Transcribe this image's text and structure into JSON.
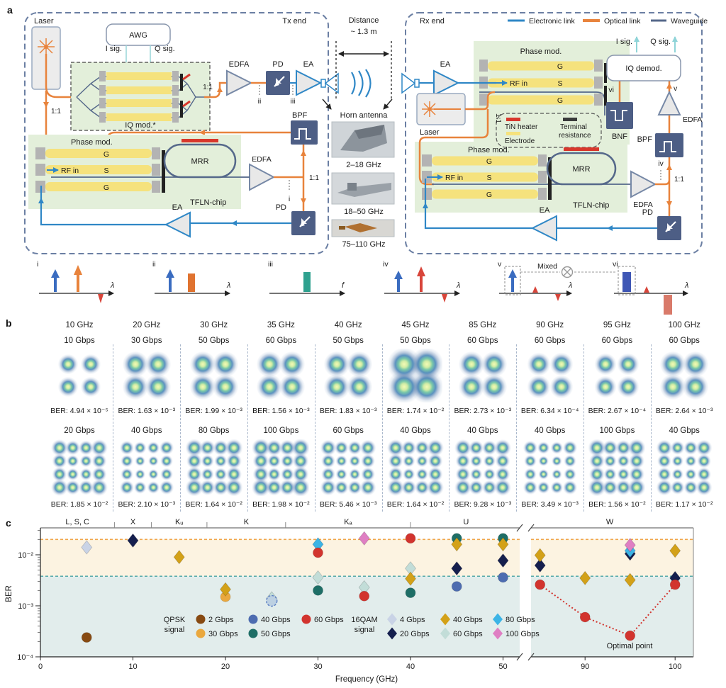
{
  "panel_a": {
    "panel_label": "a",
    "tx_end": "Tx end",
    "rx_end": "Rx end",
    "laser": "Laser",
    "awg": "AWG",
    "i_sig": "I sig.",
    "q_sig": "Q sig.",
    "iq_mod": "IQ mod.*",
    "edfa": "EDFA",
    "pd": "PD",
    "ea": "EA",
    "bpf": "BPF",
    "bnf": "BNF",
    "iq_demod": "IQ demod.",
    "ratio": "1:1",
    "rf_in": "RF in",
    "phase_mod": "Phase mod.",
    "g": "G",
    "s": "S",
    "mrr": "MRR",
    "tfln": "TFLN-chip",
    "distance_l1": "Distance",
    "distance_l2": "~ 1.3 m",
    "horn_antenna": "Horn antenna",
    "horn_1": "2–18 GHz",
    "horn_2": "18–50 GHz",
    "horn_3": "75–110 GHz",
    "legend": {
      "electronic": "Electronic link",
      "optical": "Optical link",
      "waveguide": "Waveguide"
    },
    "tin_heater": "TiN heater",
    "electrode": "Electrode",
    "terminal_l1": "Terminal",
    "terminal_l2": "resistance",
    "num_i": "i",
    "num_ii": "ii",
    "num_iii": "iii",
    "num_iv": "iv",
    "num_v": "v",
    "num_vi": "vi",
    "mixed": "Mixed",
    "lambda": "λ",
    "freq_axis": "f",
    "colors": {
      "electronic": "#2f87c6",
      "optical": "#e8833c",
      "waveguide": "#55688a",
      "chip_bg": "#e3efda",
      "electrode": "#f5e27d",
      "heater": "#d8372c",
      "dark_box": "#4d5e85"
    }
  },
  "panel_b": {
    "panel_label": "b",
    "columns": [
      {
        "freq": "10 GHz",
        "qpsk_rate": "10 Gbps",
        "qpsk_ber": "BER: 4.94 × 10⁻⁵",
        "qam_rate": "20 Gbps",
        "qam_ber": "BER: 1.85 × 10⁻²",
        "qpsk_spread": 0.78,
        "qam_spread": 1.0
      },
      {
        "freq": "20 GHz",
        "qpsk_rate": "30 Gbps",
        "qpsk_ber": "BER: 1.63 × 10⁻³",
        "qam_rate": "40 Gbps",
        "qam_ber": "BER: 2.10 × 10⁻³",
        "qpsk_spread": 1.0,
        "qam_spread": 0.85
      },
      {
        "freq": "30 GHz",
        "qpsk_rate": "50 Gbps",
        "qpsk_ber": "BER: 1.99 × 10⁻³",
        "qam_rate": "80 Gbps",
        "qam_ber": "BER: 1.64 × 10⁻²",
        "qpsk_spread": 1.0,
        "qam_spread": 1.05
      },
      {
        "freq": "35 GHz",
        "qpsk_rate": "60 Gbps",
        "qpsk_ber": "BER: 1.56 × 10⁻³",
        "qam_rate": "100 Gbps",
        "qam_ber": "BER: 1.98 × 10⁻²",
        "qpsk_spread": 1.0,
        "qam_spread": 1.1
      },
      {
        "freq": "40 GHz",
        "qpsk_rate": "50 Gbps",
        "qpsk_ber": "BER: 1.83 × 10⁻³",
        "qam_rate": "60 Gbps",
        "qam_ber": "BER: 5.46 × 10⁻³",
        "qpsk_spread": 1.0,
        "qam_spread": 0.95
      },
      {
        "freq": "45 GHz",
        "qpsk_rate": "50 Gbps",
        "qpsk_ber": "BER: 1.74 × 10⁻²",
        "qam_rate": "40 Gbps",
        "qam_ber": "BER: 1.64 × 10⁻²",
        "qpsk_spread": 1.3,
        "qam_spread": 1.0
      },
      {
        "freq": "85 GHz",
        "qpsk_rate": "60 Gbps",
        "qpsk_ber": "BER: 2.73 × 10⁻³",
        "qam_rate": "40 Gbps",
        "qam_ber": "BER: 9.28 × 10⁻³",
        "qpsk_spread": 1.0,
        "qam_spread": 1.0
      },
      {
        "freq": "90 GHz",
        "qpsk_rate": "60 Gbps",
        "qpsk_ber": "BER: 6.34 × 10⁻⁴",
        "qam_rate": "40 Gbps",
        "qam_ber": "BER: 3.49 × 10⁻³",
        "qpsk_spread": 0.9,
        "qam_spread": 0.85
      },
      {
        "freq": "95 GHz",
        "qpsk_rate": "60 Gbps",
        "qpsk_ber": "BER: 2.67 × 10⁻⁴",
        "qam_rate": "100 Gbps",
        "qam_ber": "BER: 1.56 × 10⁻²",
        "qpsk_spread": 0.85,
        "qam_spread": 1.05
      },
      {
        "freq": "100 GHz",
        "qpsk_rate": "60 Gbps",
        "qpsk_ber": "BER: 2.64 × 10⁻³",
        "qam_rate": "40 Gbps",
        "qam_ber": "BER: 1.17 × 10⁻²",
        "qpsk_spread": 1.0,
        "qam_spread": 0.95
      }
    ]
  },
  "chart_data": {
    "panel_label": "c",
    "type": "scatter",
    "title": "",
    "xlabel": "Frequency (GHz)",
    "ylabel": "BER",
    "x_ticks": [
      0,
      10,
      20,
      30,
      40,
      50,
      90,
      100
    ],
    "y_tick_labels": [
      "10⁻²",
      "10⁻³",
      "10⁻⁴"
    ],
    "y_tick_values": [
      0.01,
      0.001,
      0.0001
    ],
    "ylim": [
      0.0001,
      0.034
    ],
    "axis_break": {
      "after": 52,
      "resume": 84
    },
    "bands": [
      {
        "label": "L, S, C",
        "from": 0,
        "to": 8
      },
      {
        "label": "X",
        "from": 8,
        "to": 12
      },
      {
        "label": "Kᵤ",
        "from": 12,
        "to": 18
      },
      {
        "label": "K",
        "from": 18,
        "to": 26.5
      },
      {
        "label": "Kₐ",
        "from": 26.5,
        "to": 40
      },
      {
        "label": "U",
        "from": 40,
        "to": 52
      },
      {
        "label": "W",
        "from": 84,
        "to": 101.5
      }
    ],
    "thresholds": [
      {
        "value": 0.02,
        "color": "#f0a64c"
      },
      {
        "value": 0.0038,
        "color": "#55aaa8"
      }
    ],
    "region_colors": {
      "mid": "#fcf3e1",
      "low": "#e2edec"
    },
    "series": [
      {
        "name": "16QAM 20 Gbps",
        "marker": "diamond",
        "color": "#151f4e",
        "points": [
          [
            10,
            0.019
          ],
          [
            45,
            0.0054
          ],
          [
            50,
            0.0077
          ],
          [
            85,
            0.0062
          ],
          [
            95,
            0.0105
          ],
          [
            100,
            0.0035
          ]
        ]
      },
      {
        "name": "16QAM 80 Gbps",
        "marker": "diamond",
        "color": "#3cb4e6",
        "points": [
          [
            30,
            0.016
          ],
          [
            95,
            0.012
          ]
        ]
      },
      {
        "name": "16QAM 60 Gbps",
        "marker": "diamond",
        "color": "#c2ddd8",
        "points": [
          [
            25,
            0.0014
          ],
          [
            30,
            0.0036
          ],
          [
            35,
            0.0023
          ],
          [
            40,
            0.0054
          ]
        ]
      },
      {
        "name": "QPSK 50 Gbps",
        "marker": "circle",
        "color": "#1e6e66",
        "points": [
          [
            30,
            0.002
          ],
          [
            40,
            0.0018
          ],
          [
            45,
            0.021
          ],
          [
            50,
            0.021
          ]
        ]
      },
      {
        "name": "QPSK 30 Gbps",
        "marker": "circle",
        "color": "#eaa83e",
        "points": [
          [
            20,
            0.0015
          ]
        ]
      },
      {
        "name": "QPSK 40 Gbps",
        "marker": "circle",
        "color": "#4d6cb0",
        "points": [
          [
            45,
            0.0024
          ],
          [
            50,
            0.0036
          ]
        ]
      },
      {
        "name": "QPSK 40 Gbps (dashed)",
        "marker": "circle-dashed",
        "color": "#bcd0e2",
        "points": [
          [
            25,
            0.00125
          ]
        ]
      },
      {
        "name": "16QAM 40 Gbps",
        "marker": "diamond",
        "color": "#d3a118",
        "points": [
          [
            15,
            0.009
          ],
          [
            20,
            0.0021
          ],
          [
            40,
            0.0034
          ],
          [
            45,
            0.016
          ],
          [
            50,
            0.016
          ],
          [
            85,
            0.0098
          ],
          [
            90,
            0.0035
          ],
          [
            95,
            0.0032
          ],
          [
            100,
            0.012
          ]
        ]
      },
      {
        "name": "16QAM 100 Gbps",
        "marker": "diamond",
        "color": "#df7fc3",
        "points": [
          [
            35,
            0.021
          ],
          [
            95,
            0.0155
          ]
        ]
      },
      {
        "name": "16QAM 4 Gbps",
        "marker": "diamond",
        "color": "#c9d3e6",
        "points": [
          [
            5,
            0.014
          ]
        ]
      },
      {
        "name": "QPSK 2 Gbps",
        "marker": "circle",
        "color": "#874a12",
        "points": [
          [
            5,
            0.00024
          ]
        ]
      },
      {
        "name": "QPSK 60 Gbps",
        "marker": "circle",
        "color": "#d2342e",
        "points": [
          [
            30,
            0.011
          ],
          [
            35,
            0.00155
          ],
          [
            40,
            0.021
          ],
          [
            85,
            0.0026
          ],
          [
            90,
            0.0006
          ],
          [
            95,
            0.00026
          ],
          [
            100,
            0.0026
          ]
        ]
      }
    ],
    "red_dotted_line": {
      "color": "#d2342e",
      "points": [
        [
          85,
          0.0026
        ],
        [
          90,
          0.0006
        ],
        [
          95,
          0.00026
        ],
        [
          100,
          0.0026
        ]
      ]
    },
    "optimal_label": "Optimal point",
    "legend": {
      "qpsk_title_l1": "QPSK",
      "qpsk_title_l2": "signal",
      "qam_title_l1": "16QAM",
      "qam_title_l2": "signal",
      "qpsk_items": [
        {
          "label": "2 Gbps",
          "color": "#874a12"
        },
        {
          "label": "30 Gbps",
          "color": "#eaa83e"
        },
        {
          "label": "40 Gbps",
          "color": "#4d6cb0"
        },
        {
          "label": "50 Gbps",
          "color": "#1e6e66"
        },
        {
          "label": "60 Gbps",
          "color": "#d2342e"
        }
      ],
      "qam_items": [
        {
          "label": "4 Gbps",
          "color": "#c9d3e6"
        },
        {
          "label": "20 Gbps",
          "color": "#151f4e"
        },
        {
          "label": "40 Gbps",
          "color": "#d3a118"
        },
        {
          "label": "60 Gbps",
          "color": "#c2ddd8"
        },
        {
          "label": "80 Gbps",
          "color": "#3cb4e6"
        },
        {
          "label": "100 Gbps",
          "color": "#df7fc3"
        }
      ]
    }
  }
}
